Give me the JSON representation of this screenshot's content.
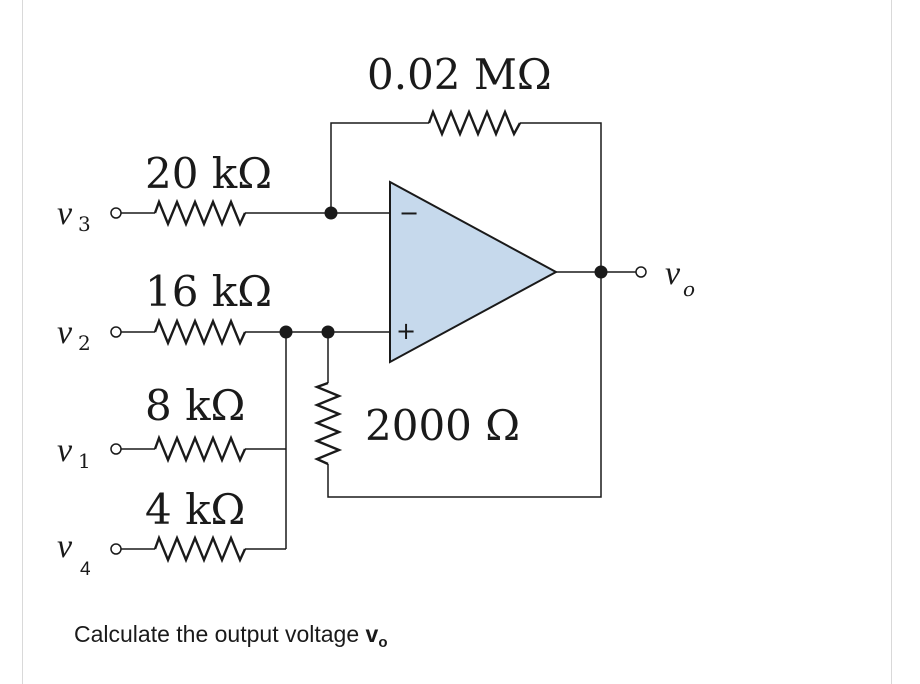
{
  "resistors": {
    "feedback": "0.02 MΩ",
    "r3": "20 kΩ",
    "r2": "16 kΩ",
    "r1": "8 kΩ",
    "r4": "4 kΩ",
    "ground": "2000 Ω"
  },
  "nodes": {
    "v3": {
      "symbol": "v",
      "sub": "3"
    },
    "v2": {
      "symbol": "v",
      "sub": "2"
    },
    "v1": {
      "symbol": "v",
      "sub": "1"
    },
    "v4": {
      "symbol": "v",
      "sub": "4"
    },
    "vo": {
      "symbol": "v",
      "sub": "o"
    }
  },
  "opamp": {
    "inverting": "−",
    "noninverting": "+",
    "fill_color": "#c6d9ec"
  },
  "question": {
    "text": "Calculate the output voltage ",
    "symbol": "v",
    "sub": "o"
  }
}
